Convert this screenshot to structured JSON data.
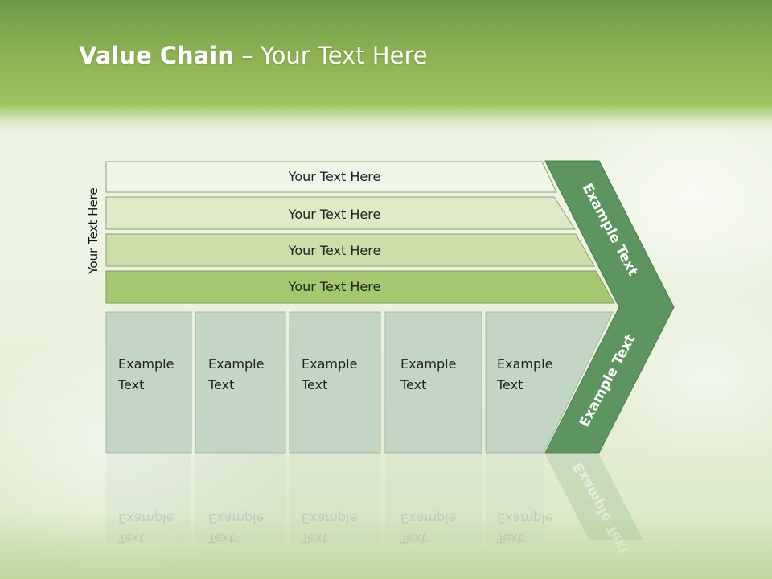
{
  "title": {
    "bold": "Value Chain",
    "rest": " – Your Text Here"
  },
  "vertical_label": "Your Text Here",
  "bars": [
    {
      "text": "Your Text Here",
      "fill": "#eff5e7"
    },
    {
      "text": "Your Text Here",
      "fill": "#dfeac9"
    },
    {
      "text": "Your Text Here",
      "fill": "#cddfa8"
    },
    {
      "text": "Your Text Here",
      "fill": "#a5c76f"
    }
  ],
  "boxes": [
    {
      "line1": "Example",
      "line2": "Text"
    },
    {
      "line1": "Example",
      "line2": "Text"
    },
    {
      "line1": "Example",
      "line2": "Text"
    },
    {
      "line1": "Example",
      "line2": "Text"
    },
    {
      "line1": "Example",
      "line2": "Text"
    }
  ],
  "arrow": {
    "upper_text": "Example Text",
    "lower_text": "Example Text"
  },
  "colors": {
    "box_fill": "#c3d6c3",
    "arrow_fill": "#5d9561",
    "header": "#8bb153"
  }
}
